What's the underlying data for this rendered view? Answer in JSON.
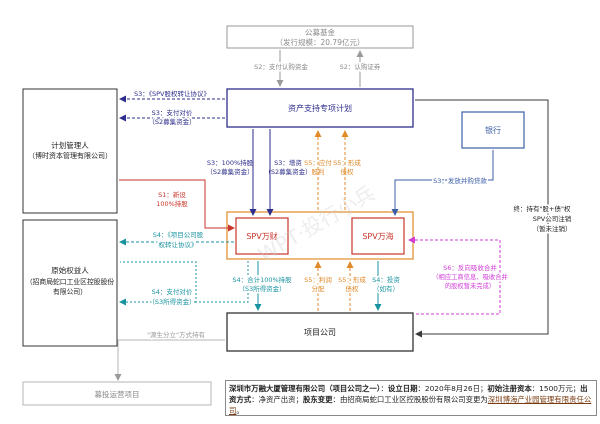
{
  "colors": {
    "gray_box": "#8f8f8f",
    "dark_box": "#333333",
    "navy": "#2e2e8c",
    "blue_fill": "#ffffff",
    "red": "#c8352a",
    "orange": "#e08a2a",
    "teal": "#1a93a0",
    "magenta": "#d13bd8",
    "steel": "#3b5fa6",
    "dark": "#3a3a3a",
    "light_gray": "#b5b5b5"
  },
  "nodes": {
    "fund": {
      "title": "公募基金",
      "subtitle": "（发行规模：20.79亿元）"
    },
    "abs_plan": {
      "title": "资产支持专项计划"
    },
    "manager": {
      "line1": "计划管理人",
      "line2": "（博时资本管理有限公司）"
    },
    "bank": {
      "title": "银行"
    },
    "spv_wancai": {
      "title": "SPV万财"
    },
    "spv_wanhai": {
      "title": "SPV万海"
    },
    "originator": {
      "line1": "原始权益人",
      "line2": "（招商局蛇口工业区控股股份",
      "line3": "有限公司）"
    },
    "project_co": {
      "title": "项目公司"
    },
    "ops_project": {
      "title": "募投运营项目"
    }
  },
  "flows": {
    "s2_pay": "S2：支付认购资金",
    "s2_sub": "S2：认购证券",
    "s3_transfer": "S3：《SPV股权转让协议》",
    "s3_pay_l1": "S3：支付对价",
    "s3_pay_l2": "（S2募集资金）",
    "s3_hold_l1": "S3：100%持股",
    "s3_hold_l2": "（S2募集资金）",
    "s3_cap_l1": "S3：增资",
    "s3_cap_l2": "（S2募集资金）",
    "s5_a_l1": "S5：应付",
    "s5_a_l2": "股利",
    "s5_b_l1": "S5：形成",
    "s5_b_l2": "债权",
    "s3_loan": "S3：发放并购贷款",
    "hold_l1": "终：持有\"股+债\"权",
    "hold_l2": "SPV公司注销",
    "hold_l3": "（暂未注销）",
    "s1_l1": "S1：新设",
    "s1_l2": "100%持股",
    "s4_spv_l1": "S4：《项目公司股",
    "s4_spv_l2": "权转让协议》",
    "s4_pay_l1": "S4：支付对价",
    "s4_pay_l2": "（S3所得资金）",
    "s4_hold_l1": "S4：合计100%持股",
    "s4_hold_l2": "（S3所得资金）",
    "s5_c_l1": "S5：利润",
    "s5_c_l2": "分配",
    "s5_d_l1": "S5：形成",
    "s5_d_l2": "债权",
    "s4_invest_l1": "S4：投资",
    "s4_invest_l2": "（如有）",
    "s6_l1": "S6：反向吸收合并",
    "s6_l2": "（相应工商信息、吸收合并",
    "s6_l3": "的股权暂未完成）",
    "mode": "\"源生分立\"方式持有"
  },
  "watermark": "WPT·投行小兵",
  "footer": {
    "company": "深圳市万融大厦管理有限公司（项目公司之一）",
    "est_label": "设立日期",
    "est_value": "2020年8月26日",
    "cap_label": "初始注册资本",
    "cap_value": "1500万元",
    "method_label": "出资方式",
    "method_value": "净资产出资",
    "change_label": "股东变更",
    "change_value": "由招商局蛇口工业区控股股份有限公司变更为",
    "new_owner": "深圳博海产业园管理有限责任公司"
  }
}
